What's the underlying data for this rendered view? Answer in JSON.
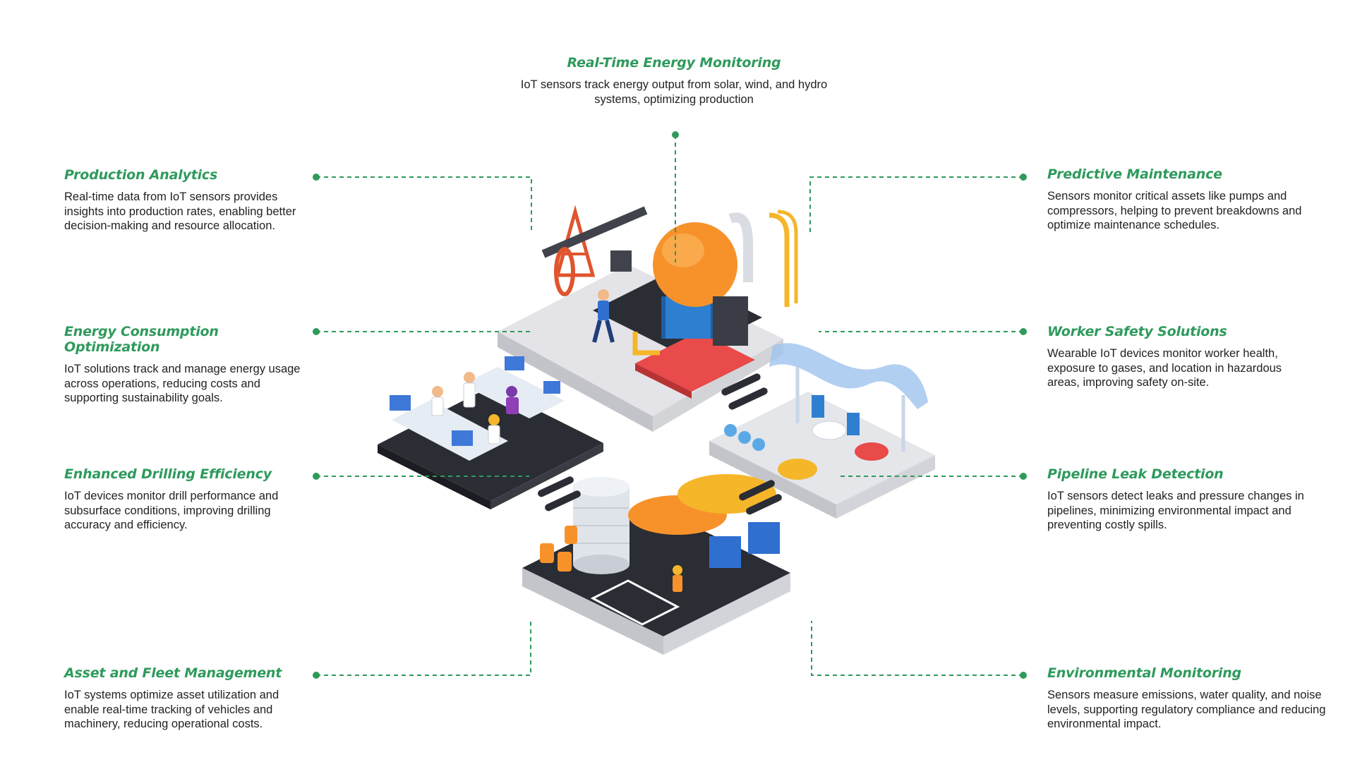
{
  "colors": {
    "accent": "#2e9a5c",
    "text": "#222222",
    "connector": "#2e9a5c"
  },
  "features": [
    {
      "id": "real-time-energy-monitoring",
      "title": "Real-Time Energy Monitoring",
      "text": "IoT sensors track energy output from solar, wind, and hydro systems, optimizing production"
    },
    {
      "id": "production-analytics",
      "title": "Production Analytics",
      "text": "Real-time data from IoT sensors provides insights into production rates, enabling better decision-making and resource allocation."
    },
    {
      "id": "predictive-maintenance",
      "title": "Predictive Maintenance",
      "text": "Sensors monitor critical assets like pumps and compressors, helping to prevent breakdowns and optimize maintenance schedules."
    },
    {
      "id": "energy-consumption-optimization",
      "title": "Energy Consumption Optimization",
      "text": "IoT solutions track and manage energy usage across operations, reducing costs and supporting sustainability goals."
    },
    {
      "id": "worker-safety-solutions",
      "title": "Worker Safety Solutions",
      "text": "Wearable IoT devices monitor worker health, exposure to gases, and location in hazardous areas, improving safety on-site."
    },
    {
      "id": "enhanced-drilling-efficiency",
      "title": "Enhanced Drilling Efficiency",
      "text": "IoT devices monitor drill performance and subsurface conditions, improving drilling accuracy and efficiency."
    },
    {
      "id": "pipeline-leak-detection",
      "title": "Pipeline Leak Detection",
      "text": "IoT sensors detect leaks and pressure changes in pipelines, minimizing environmental impact and preventing costly spills."
    },
    {
      "id": "asset-and-fleet-management",
      "title": "Asset and Fleet Management",
      "text": "IoT systems optimize asset utilization and enable real-time tracking of vehicles and machinery, reducing operational costs."
    },
    {
      "id": "environmental-monitoring",
      "title": "Environmental Monitoring",
      "text": "Sensors measure emissions, water quality, and noise levels, supporting regulatory compliance and reducing environmental impact."
    }
  ]
}
